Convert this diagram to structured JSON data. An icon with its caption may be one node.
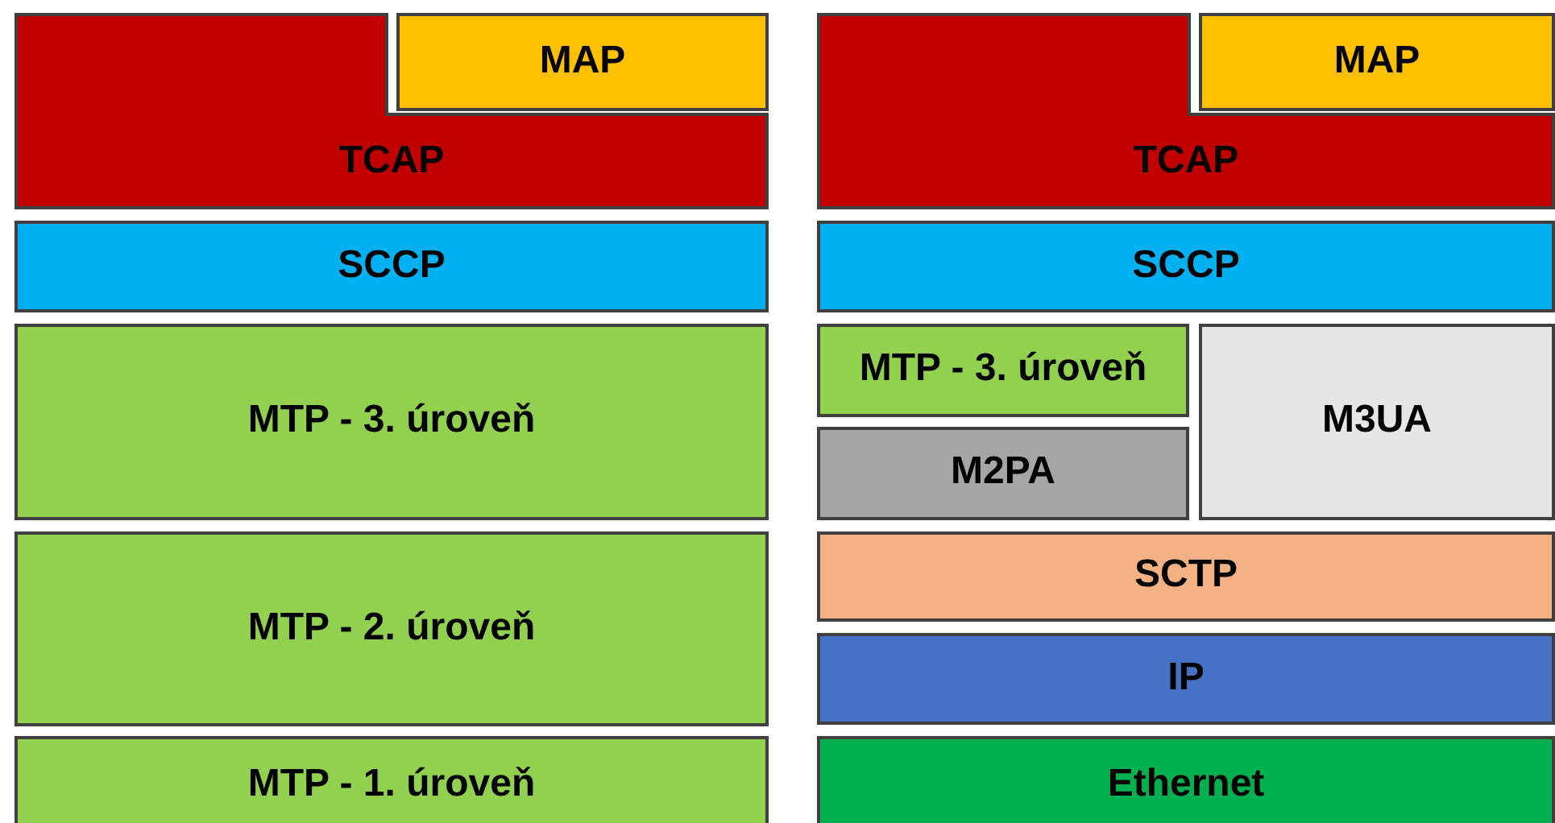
{
  "diagram": {
    "nodes": [
      {
        "text": [
          "TCAP"
        ]
      },
      {
        "text": [
          "MAP"
        ]
      },
      {
        "text": [
          "SCCP"
        ]
      },
      {
        "text": [
          "MTP - 3. úroveň"
        ]
      },
      {
        "text": [
          "MTP - 2. úroveň"
        ]
      },
      {
        "text": [
          "MTP - 1. úroveň"
        ]
      },
      {
        "text": [
          "TCAP"
        ]
      },
      {
        "text": [
          "MAP"
        ]
      },
      {
        "text": [
          "SCCP"
        ]
      },
      {
        "text": [
          "MTP - 3. úroveň"
        ]
      },
      {
        "text": [
          "M2PA"
        ]
      },
      {
        "text": [
          "M3UA"
        ]
      },
      {
        "text": [
          "SCTP"
        ]
      },
      {
        "text": [
          "IP"
        ]
      },
      {
        "text": [
          "Ethernet"
        ]
      }
    ],
    "edges": []
  }
}
